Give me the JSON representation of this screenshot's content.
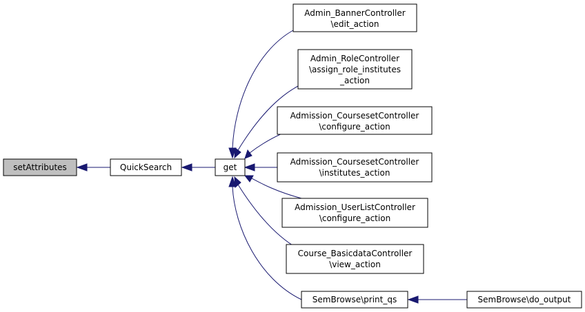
{
  "colors": {
    "edge": "#191970",
    "highlight_fill": "#bfbfbf",
    "node_fill": "#ffffff",
    "node_stroke": "#000000"
  },
  "nodes": {
    "setattributes": {
      "lines": [
        "setAttributes"
      ]
    },
    "quicksearch": {
      "lines": [
        "QuickSearch"
      ]
    },
    "get": {
      "lines": [
        "get"
      ]
    },
    "banner": {
      "lines": [
        "Admin_BannerController",
        "\\edit_action"
      ]
    },
    "role": {
      "lines": [
        "Admin_RoleController",
        "\\assign_role_institutes",
        "_action"
      ]
    },
    "courseset_configure": {
      "lines": [
        "Admission_CoursesetController",
        "\\configure_action"
      ]
    },
    "courseset_institutes": {
      "lines": [
        "Admission_CoursesetController",
        "\\institutes_action"
      ]
    },
    "userlist": {
      "lines": [
        "Admission_UserListController",
        "\\configure_action"
      ]
    },
    "basicdata": {
      "lines": [
        "Course_BasicdataController",
        "\\view_action"
      ]
    },
    "print_qs": {
      "lines": [
        "SemBrowse\\print_qs"
      ]
    },
    "do_output": {
      "lines": [
        "SemBrowse\\do_output"
      ]
    }
  }
}
